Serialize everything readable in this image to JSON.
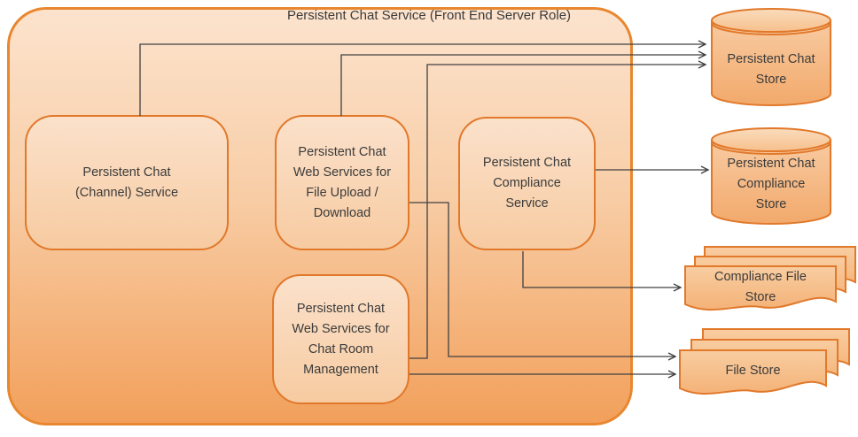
{
  "container": {
    "title": "Persistent Chat Service (Front End Server Role)"
  },
  "services": [
    {
      "id": "channel-service",
      "label": "Persistent Chat\n(Channel) Service"
    },
    {
      "id": "file-upload-service",
      "label": "Persistent Chat\nWeb Services for\nFile Upload /\nDownload"
    },
    {
      "id": "compliance-service",
      "label": "Persistent Chat\nCompliance\nService"
    },
    {
      "id": "chat-room-service",
      "label": "Persistent Chat\nWeb Services for\nChat Room\nManagement"
    }
  ],
  "stores": [
    {
      "id": "chat-store",
      "shape": "cylinder",
      "label": "Persistent Chat\nStore"
    },
    {
      "id": "compliance-store",
      "shape": "cylinder",
      "label": "Persistent Chat\nCompliance\nStore"
    },
    {
      "id": "compliance-file-store",
      "shape": "multi-document",
      "label": "Compliance File\nStore"
    },
    {
      "id": "file-store",
      "shape": "multi-document",
      "label": "File Store"
    }
  ],
  "edges": [
    {
      "from": "channel-service",
      "to": "chat-store"
    },
    {
      "from": "file-upload-service",
      "to": "chat-store"
    },
    {
      "from": "chat-room-service",
      "to": "chat-store"
    },
    {
      "from": "file-upload-service",
      "to": "file-store"
    },
    {
      "from": "chat-room-service",
      "to": "file-store"
    },
    {
      "from": "compliance-service",
      "to": "compliance-store"
    },
    {
      "from": "compliance-service",
      "to": "compliance-file-store"
    }
  ],
  "colors": {
    "container_border": "#e8872f",
    "shape_border": "#e1782a",
    "fill_light": "#fce3cd",
    "fill_dark": "#f2a05b",
    "connector": "#404040",
    "text": "#3b3b3b"
  }
}
